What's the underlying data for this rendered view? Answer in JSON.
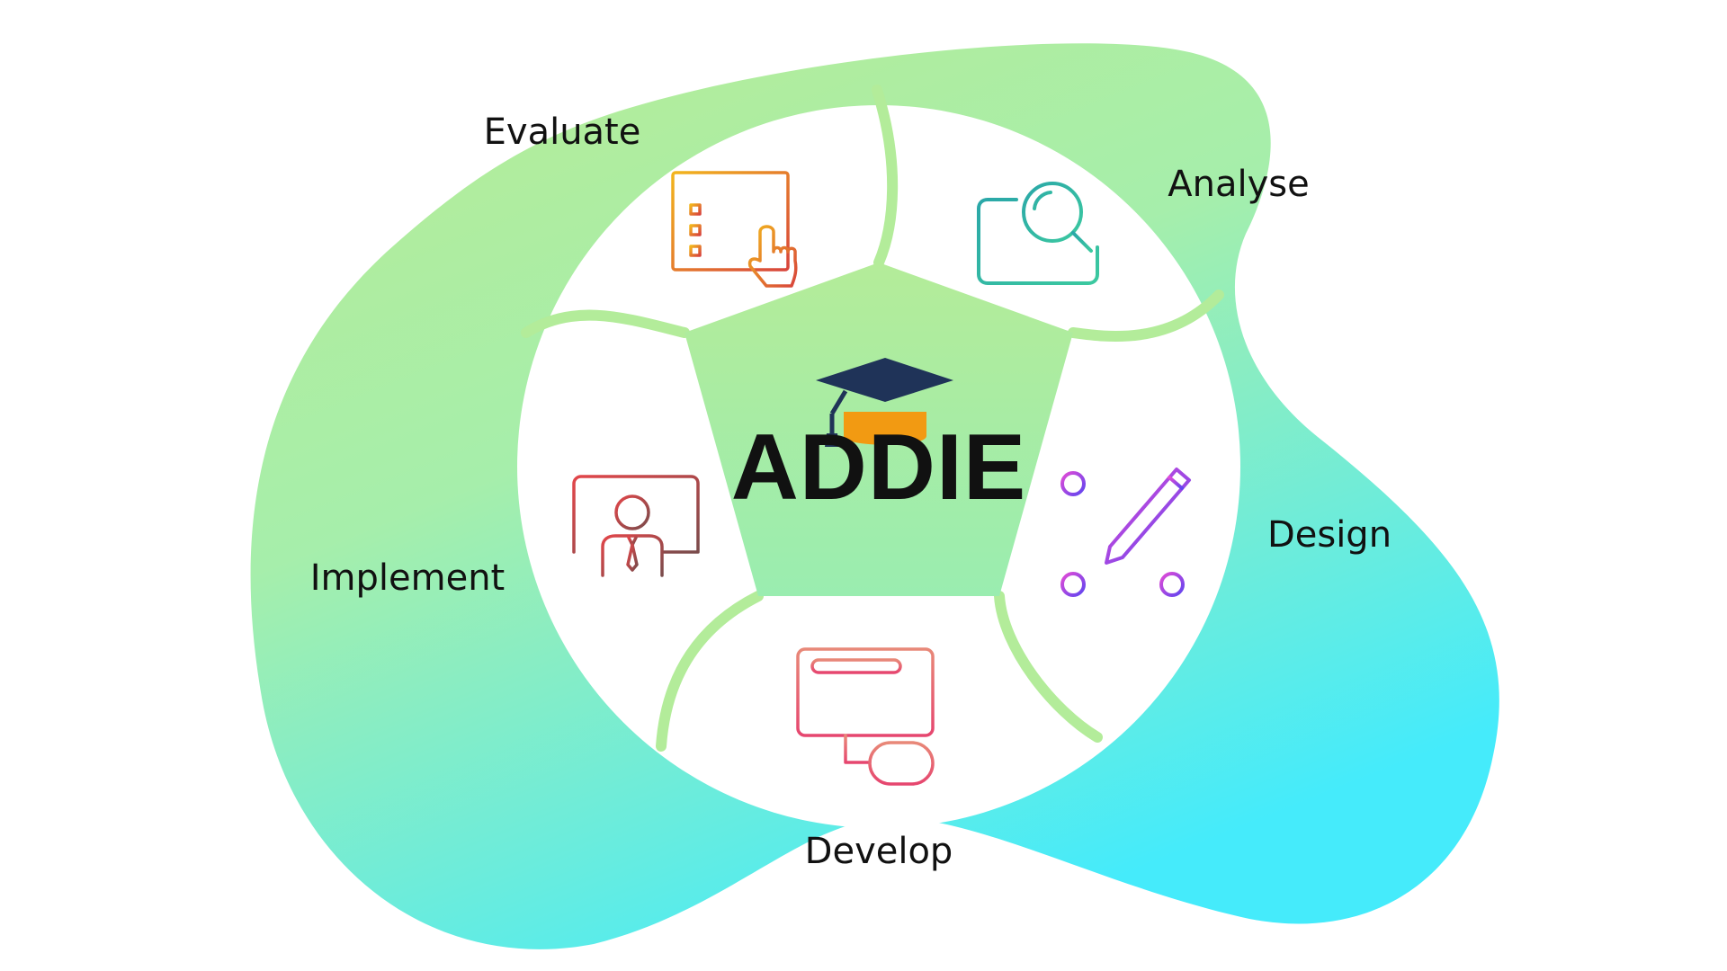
{
  "diagram": {
    "center_label": "ADDIE",
    "phases": [
      {
        "id": "analyse",
        "label": "Analyse",
        "icon": "monitor-magnifier-icon",
        "color": "#2fb8a8"
      },
      {
        "id": "design",
        "label": "Design",
        "icon": "blueprint-pencil-icon",
        "color": "#a54bf0"
      },
      {
        "id": "develop",
        "label": "Develop",
        "icon": "keyboard-mouse-icon",
        "color": "#e86a7a"
      },
      {
        "id": "implement",
        "label": "Implement",
        "icon": "presenter-screen-icon",
        "color": "#c9443e"
      },
      {
        "id": "evaluate",
        "label": "Evaluate",
        "icon": "checklist-click-icon",
        "color": "#e9a623"
      }
    ],
    "colors": {
      "blob_top": "#b7ec93",
      "blob_bottom": "#46e9fb",
      "cap_dark": "#1f3358",
      "cap_band": "#f29a12"
    }
  }
}
